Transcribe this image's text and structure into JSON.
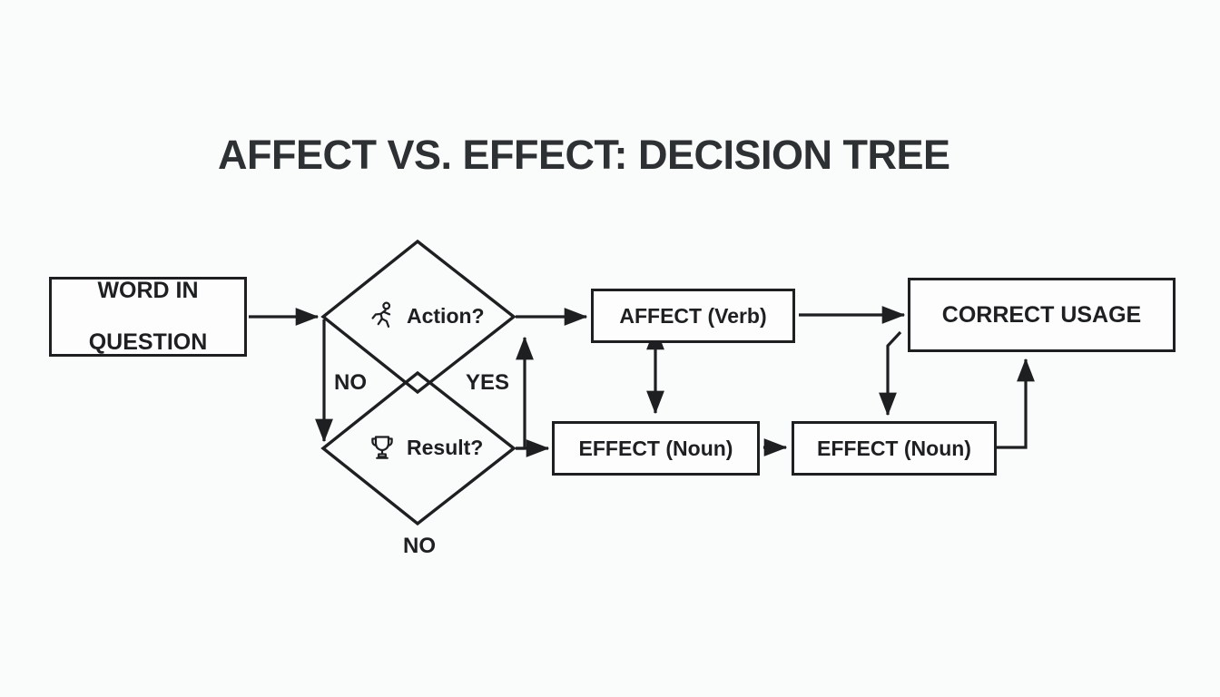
{
  "page": {
    "background_color": "#fafbfb",
    "ink_color": "#1d1f21",
    "title": "AFFECT VS. EFFECT: DECISION TREE"
  },
  "diagram": {
    "type": "decision-tree-flowchart",
    "start": {
      "id": "word-in-question",
      "label_line1": "WORD IN",
      "label_line2": "QUESTION"
    },
    "decisions": [
      {
        "id": "action-decision",
        "label": "Action?",
        "icon": "running-person-icon",
        "branches": [
          {
            "label": "NO",
            "direction": "down",
            "to": "result-decision"
          },
          {
            "label": "YES",
            "direction": "right",
            "to": "affect-verb"
          }
        ]
      },
      {
        "id": "result-decision",
        "label": "Result?",
        "icon": "trophy-icon",
        "branches": [
          {
            "label": "NO",
            "direction": "down",
            "to": ""
          },
          {
            "label": "",
            "direction": "right",
            "to": "effect-noun-1"
          }
        ]
      }
    ],
    "outcomes": [
      {
        "id": "affect-verb",
        "label": "AFFECT (Verb)"
      },
      {
        "id": "effect-noun-1",
        "label": "EFFECT (Noun)"
      },
      {
        "id": "effect-noun-2",
        "label": "EFFECT (Noun)"
      },
      {
        "id": "correct-usage",
        "label": "CORRECT USAGE"
      }
    ],
    "edge_labels": {
      "no_left": "NO",
      "yes_right": "YES",
      "no_bottom": "NO"
    }
  }
}
